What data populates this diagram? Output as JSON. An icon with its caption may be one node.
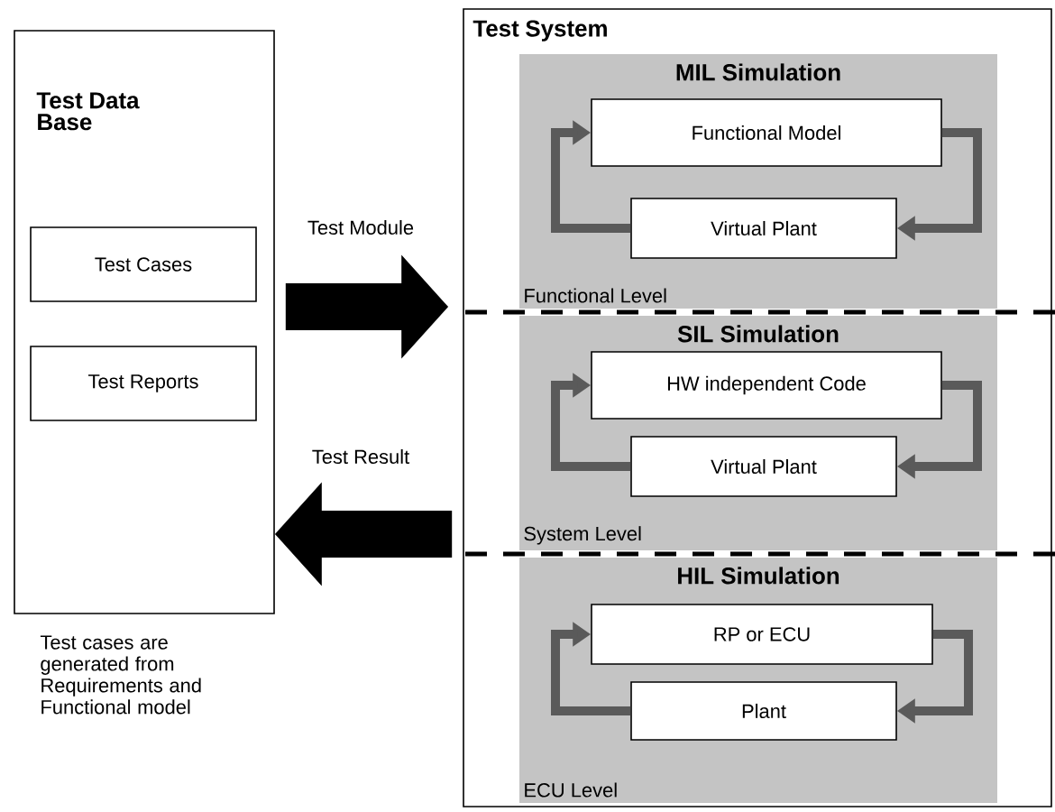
{
  "diagram": {
    "nodes": [
      {
        "text": [
          "Test Data Base"
        ],
        "beside": [
          "Test cases are generated from Requirements and Functional model"
        ]
      },
      {
        "text": [
          "Test Cases"
        ],
        "in": 0
      },
      {
        "text": [
          "Test Reports"
        ],
        "in": 0
      },
      {
        "text": [
          "Test System"
        ]
      },
      {
        "text": [
          "MIL Simulation",
          "Functional Level"
        ],
        "in": 3
      },
      {
        "text": [
          "Functional Model"
        ],
        "in": 4
      },
      {
        "text": [
          "Virtual Plant"
        ],
        "in": 4
      },
      {
        "text": [
          "SIL Simulation",
          "System Level"
        ],
        "in": 3
      },
      {
        "text": [
          "HW independent Code"
        ],
        "in": 7
      },
      {
        "text": [
          "Virtual Plant"
        ],
        "in": 7
      },
      {
        "text": [
          "HIL Simulation",
          "ECU Level"
        ],
        "in": 3
      },
      {
        "text": [
          "RP or ECU"
        ],
        "in": 10
      },
      {
        "text": [
          "Plant"
        ],
        "in": 10
      }
    ],
    "edges": [
      {
        "from": 0,
        "to": 3,
        "arrow": "to",
        "label": "Test Module",
        "style": "thick",
        "color": "#000000"
      },
      {
        "from": 3,
        "to": 0,
        "arrow": "to",
        "label": "Test Result",
        "style": "thick",
        "color": "#000000"
      },
      {
        "from": 6,
        "to": 5,
        "arrow": "to"
      },
      {
        "from": 5,
        "to": 6,
        "arrow": "to"
      },
      {
        "from": 9,
        "to": 8,
        "arrow": "to"
      },
      {
        "from": 8,
        "to": 9,
        "arrow": "to"
      },
      {
        "from": 12,
        "to": 11,
        "arrow": "to"
      },
      {
        "from": 11,
        "to": 12,
        "arrow": "to"
      }
    ]
  }
}
